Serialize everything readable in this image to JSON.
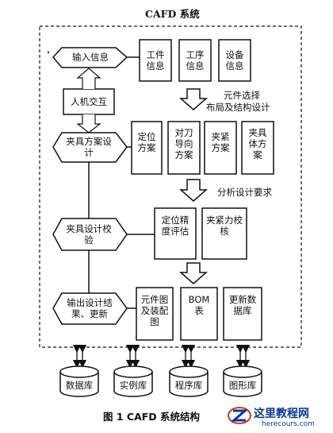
{
  "title": "CAFD 系统",
  "caption": "图 1 CAFD 系统结构",
  "watermark": {
    "brand": "这里教程网",
    "site": "herecours.com"
  },
  "stages": [
    {
      "label": "输入信息"
    },
    {
      "label": "夹具方案设计"
    },
    {
      "label": "夹具设计校验"
    },
    {
      "label": "输出设计结果、更新"
    }
  ],
  "side_label": "人机交互",
  "input_boxes": [
    "工件信息",
    "工序信息",
    "设备信息"
  ],
  "design_boxes": [
    "定位方案",
    "对刀导向方案",
    "夹紧方案",
    "夹具体方案"
  ],
  "check_boxes": [
    "定位精度评估",
    "夹紧力校核"
  ],
  "output_boxes": [
    "元件图及装配图",
    "BOM表",
    "更新数据库"
  ],
  "notes": {
    "n1": "元件选择",
    "n2": "布局及结构设计",
    "n3": "分析设计要求"
  },
  "databases": [
    "数据库",
    "实例库",
    "程序库",
    "图形库"
  ],
  "marker": "•"
}
